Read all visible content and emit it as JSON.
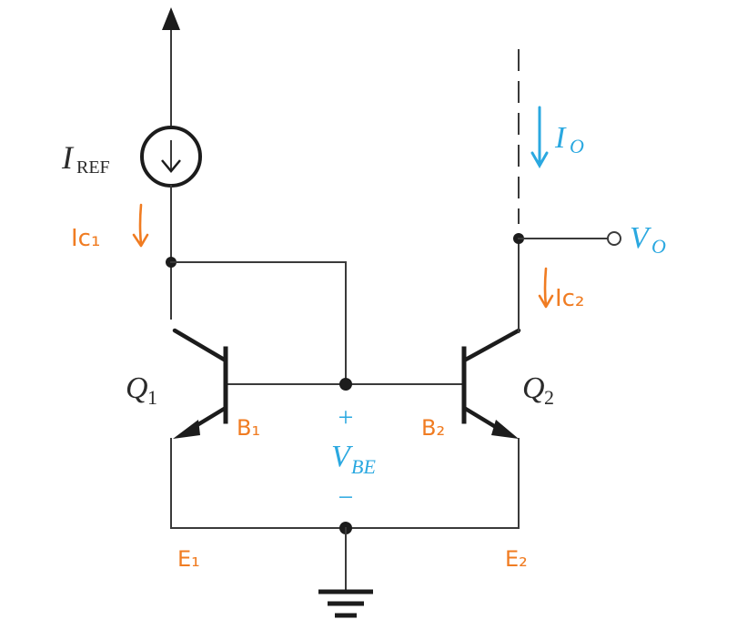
{
  "labels": {
    "iref_main": "I",
    "iref_sub": "REF",
    "io_main": "I",
    "io_sub": "O",
    "vo_main": "V",
    "vo_sub": "O",
    "q1_main": "Q",
    "q1_sub": "1",
    "q2_main": "Q",
    "q2_sub": "2",
    "vbe_main": "V",
    "vbe_sub": "BE",
    "plus": "+",
    "minus": "−"
  },
  "annotations": {
    "ic1": "Ic₁",
    "ic2": "Ic₂",
    "b1": "B₁",
    "b2": "B₂",
    "e1": "E₁",
    "e2": "E₂"
  },
  "colors": {
    "wire": "#3a3a3a",
    "annotation": "#f07c22",
    "signal": "#2aa8e0"
  }
}
